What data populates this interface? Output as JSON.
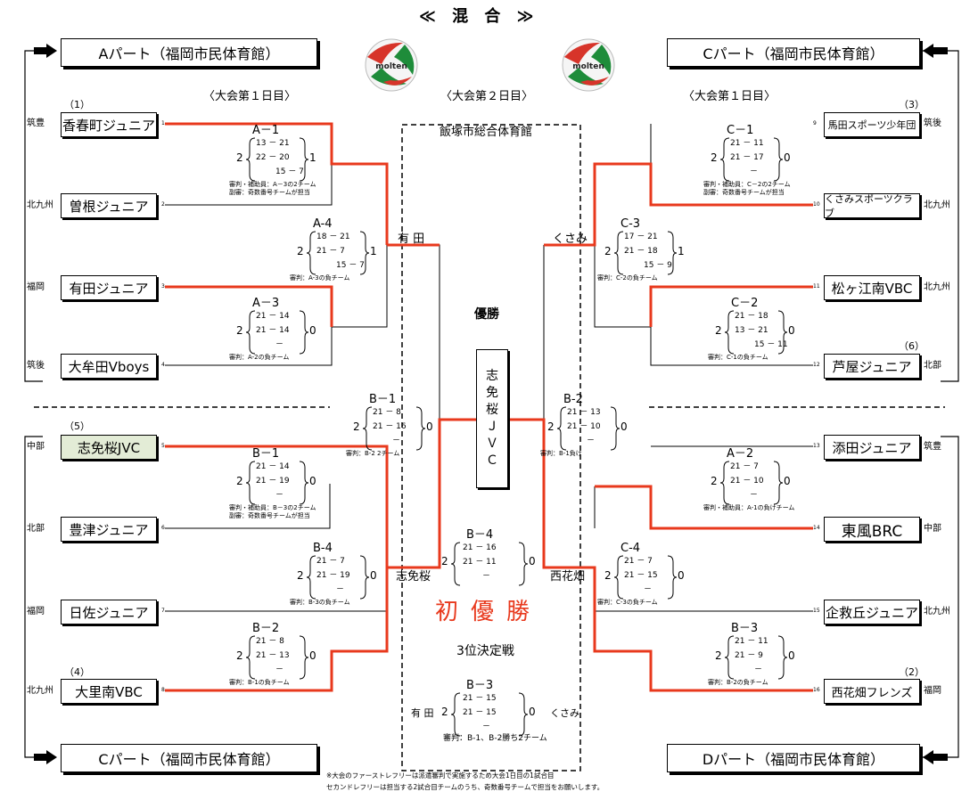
{
  "title": "≪ 混 合 ≫",
  "parts": {
    "a": "Aパート（福岡市民体育館）",
    "c_top": "Cパート（福岡市民体育館）",
    "c_bottom": "Cパート（福岡市民体育館）",
    "d": "Dパート（福岡市民体育館）"
  },
  "days": {
    "left": "〈大会第１日目〉",
    "center": "〈大会第２日目〉",
    "right": "〈大会第１日目〉"
  },
  "venue": "飯塚市総合体育館",
  "champion_label": "優勝",
  "champion_name": [
    "志",
    "免",
    "桜",
    "Ｊ",
    "Ｖ",
    "Ｃ"
  ],
  "first_win": "初優勝",
  "third_place": "3位決定戦",
  "footnote": [
    "※大会のファーストレフリーは派遣審判で実施するため大会1日目の1試合目",
    "セカンドレフリーは担当する2試合目チームのうち、奇数番号チームで担当をお願いします。"
  ],
  "teams": {
    "t1": {
      "name": "香春町ジュニア",
      "region": "筑豊",
      "no": "1",
      "seed": "（1）"
    },
    "t2": {
      "name": "曽根ジュニア",
      "region": "北九州",
      "no": "2"
    },
    "t3": {
      "name": "有田ジュニア",
      "region": "福岡",
      "no": "3"
    },
    "t4": {
      "name": "大牟田Vboys",
      "region": "筑後",
      "no": "4"
    },
    "t5": {
      "name": "志免桜JVC",
      "region": "中部",
      "no": "5",
      "seed": "（5）"
    },
    "t6": {
      "name": "豊津ジュニア",
      "region": "北部",
      "no": "6"
    },
    "t7": {
      "name": "日佐ジュニア",
      "region": "福岡",
      "no": "7"
    },
    "t8": {
      "name": "大里南VBC",
      "region": "北九州",
      "no": "8",
      "seed": "（4）"
    },
    "t9": {
      "name": "馬田スポーツ少年団",
      "region": "筑後",
      "no": "9",
      "seed": "（3）"
    },
    "t10": {
      "name": "くさみスポーツクラブ",
      "region": "北九州",
      "no": "10"
    },
    "t11": {
      "name": "松ヶ江南VBC",
      "region": "北九州",
      "no": "11"
    },
    "t12": {
      "name": "芦屋ジュニア",
      "region": "北部",
      "no": "12",
      "seed": "（6）"
    },
    "t13": {
      "name": "添田ジュニア",
      "region": "筑豊",
      "no": "13"
    },
    "t14": {
      "name": "東風BRC",
      "region": "中部",
      "no": "14"
    },
    "t15": {
      "name": "企救丘ジュニア",
      "region": "北九州",
      "no": "15"
    },
    "t16": {
      "name": "西花畑フレンズ",
      "region": "福岡",
      "no": "16",
      "seed": "（2）"
    }
  },
  "winners": {
    "w_a4": "有 田",
    "w_c3": "くさみ",
    "w_b4": "志免桜",
    "w_c4": "西花畑",
    "third_left": "有 田",
    "third_right": "くさみ"
  },
  "matches": {
    "m_a1": {
      "name": "A－1",
      "s1": "13 － 21",
      "s2": "22 － 20",
      "s3": "15 － 7",
      "l": "2",
      "r": "1",
      "n1": "審判・補助員：A－3の2チーム",
      "n2": "副審：奇数番号チームが担当"
    },
    "m_a4": {
      "name": "A-4",
      "s1": "18 －  21",
      "s2": "21 －   7",
      "s3": "15 －   7",
      "l": "2",
      "r": "1",
      "n1": "審判：A-3の負チーム"
    },
    "m_a3": {
      "name": "A－3",
      "s1": "21 － 14",
      "s2": "21 － 14",
      "s3": "－",
      "l": "2",
      "r": "0",
      "n1": "審判：A-2の負チーム"
    },
    "m_b1s": {
      "name": "B－1",
      "s1": "21 －  8",
      "s2": "21 －  16",
      "s3": "－",
      "l": "2",
      "r": "0",
      "n1": "審判：B-2 2チーム"
    },
    "m_b1": {
      "name": "B－1",
      "s1": "21 － 14",
      "s2": "21 － 19",
      "s3": "－",
      "l": "2",
      "r": "0",
      "n1": "審判・補助員：B－3の2チーム",
      "n2": "副審：奇数番号チームが担当"
    },
    "m_b4l": {
      "name": "B-4",
      "s1": "21 －  7",
      "s2": "21 －  19",
      "s3": "－",
      "l": "2",
      "r": "0",
      "n1": "審判：B-3の負チーム"
    },
    "m_b2": {
      "name": "B－2",
      "s1": "21 －  8",
      "s2": "21 － 13",
      "s3": "－",
      "l": "2",
      "r": "0",
      "n1": "審判：B-1の負チーム"
    },
    "m_b4f": {
      "name": "B－4",
      "s1": "21    －    16",
      "s2": "21    －    11",
      "s3": "－",
      "l": "2",
      "r": "0"
    },
    "m_b3f": {
      "name": "B－3",
      "s1": "21    －    15",
      "s2": "21    －    15",
      "s3": "－",
      "l": "2",
      "r": "0",
      "n1": "審判：B-1、B-2勝ち2チーム"
    },
    "m_c1": {
      "name": "C－1",
      "s1": "21 － 11",
      "s2": "21 － 17",
      "s3": "－",
      "l": "2",
      "r": "0",
      "n1": "審判・補助員：C－2の2チーム",
      "n2": "副審：奇数番号チームが担当"
    },
    "m_c3": {
      "name": "C-3",
      "s1": "17 －  21",
      "s2": "21 －  18",
      "s3": "15 －  9",
      "l": "2",
      "r": "1",
      "n1": "審判：C-2の負チーム"
    },
    "m_c2": {
      "name": "C－2",
      "s1": "21 － 18",
      "s2": "13 － 21",
      "s3": "15 － 11",
      "l": "2",
      "r": "0",
      "n1": "審判：C-1の負チーム"
    },
    "m_b2s": {
      "name": "B-2",
      "s1": "21 － 13",
      "s2": "21 － 10",
      "s3": "－",
      "l": "2",
      "r": "0",
      "n1": "審判：B-1負け"
    },
    "m_a2": {
      "name": "A－2",
      "s1": "21 －  7",
      "s2": "21 －  10",
      "s3": "－",
      "l": "2",
      "r": "0",
      "n1": "審判・補助員：A-1の負けチーム"
    },
    "m_c4": {
      "name": "C-4",
      "s1": "21 －  7",
      "s2": "21 －  15",
      "s3": "－",
      "l": "2",
      "r": "0",
      "n1": "審判：C-3の負チーム"
    },
    "m_b3": {
      "name": "B－3",
      "s1": "21 － 11",
      "s2": "21 －  9",
      "s3": "－",
      "l": "2",
      "r": "0",
      "n1": "審判：B-2の負チーム"
    }
  },
  "colors": {
    "win_line": "#e8391d",
    "line": "#000000",
    "highlight": "#e3ecd6"
  },
  "icons": {
    "ball": "volleyball-icon",
    "arrow": "arrow-icon"
  }
}
